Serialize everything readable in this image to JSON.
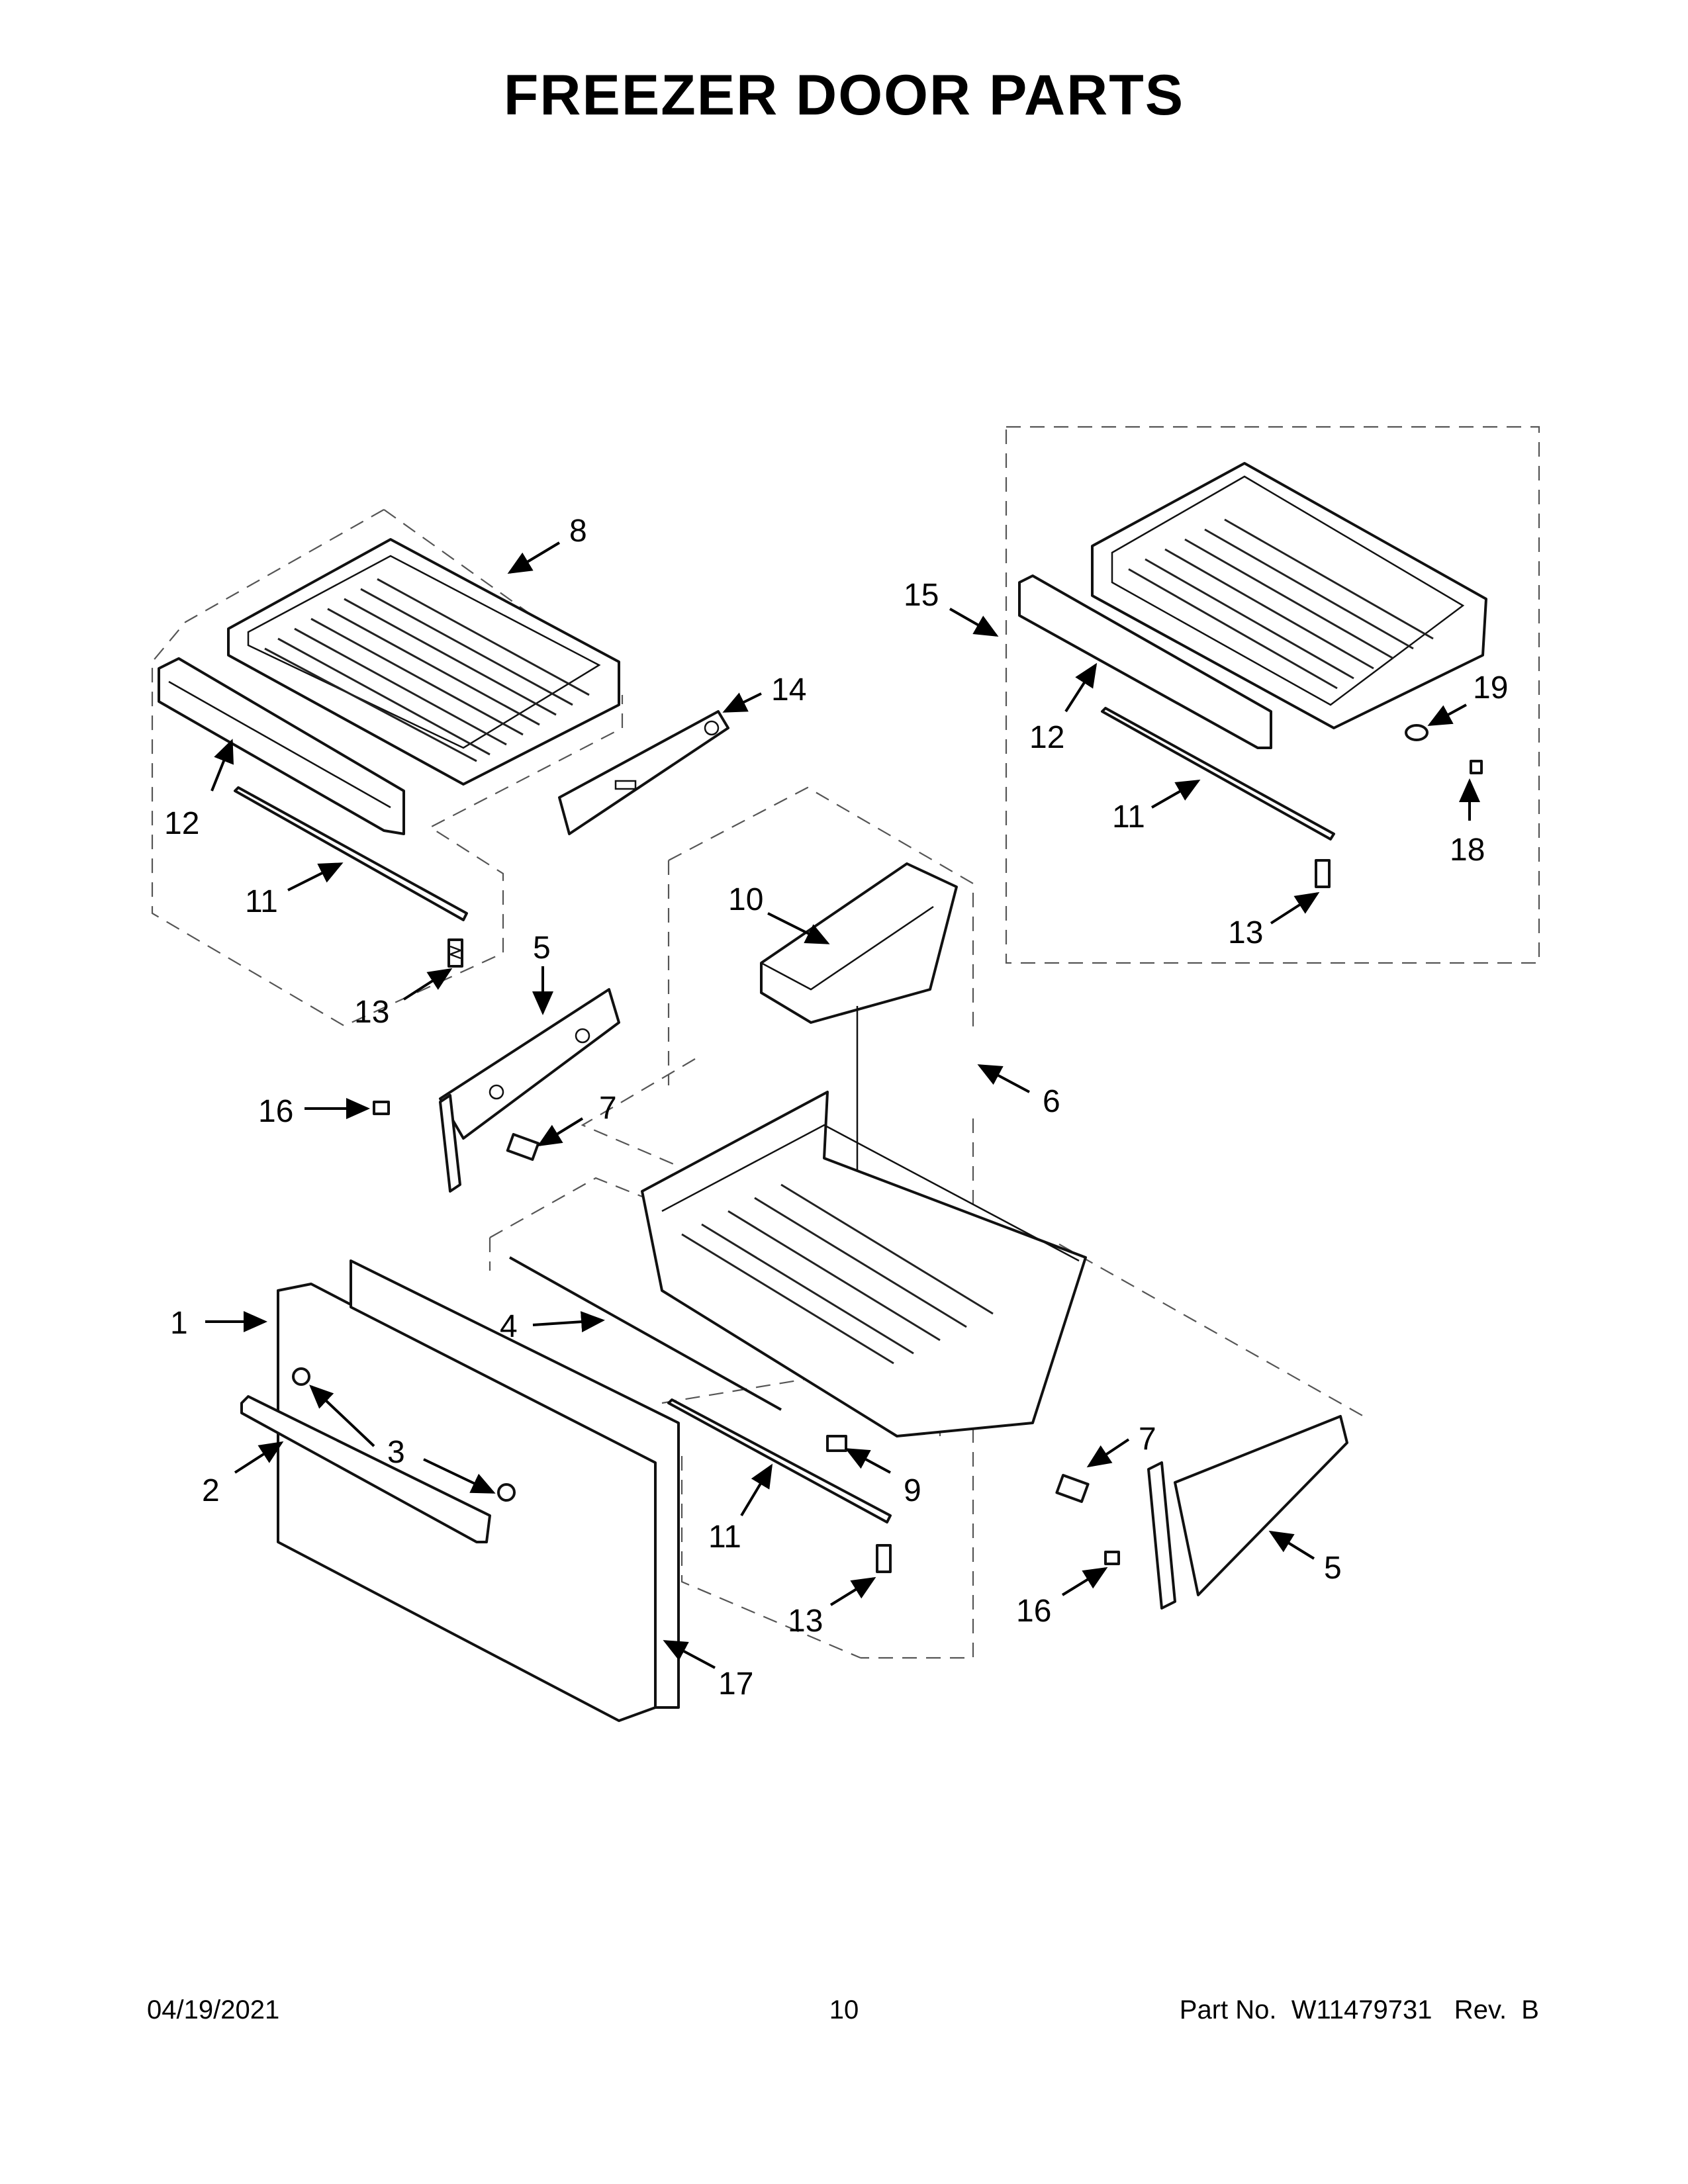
{
  "page": {
    "title": "FREEZER DOOR PARTS",
    "date": "04/19/2021",
    "page_number": "10",
    "part_no": "Part No.  W11479731   Rev.  B"
  },
  "callouts": [
    {
      "id": "c8",
      "text": "8"
    },
    {
      "id": "c14",
      "text": "14"
    },
    {
      "id": "c12a",
      "text": "12"
    },
    {
      "id": "c11a",
      "text": "11"
    },
    {
      "id": "c13a",
      "text": "13"
    },
    {
      "id": "c5a",
      "text": "5"
    },
    {
      "id": "c16a",
      "text": "16"
    },
    {
      "id": "c7a",
      "text": "7"
    },
    {
      "id": "c10",
      "text": "10"
    },
    {
      "id": "c6",
      "text": "6"
    },
    {
      "id": "c15",
      "text": "15"
    },
    {
      "id": "c12b",
      "text": "12"
    },
    {
      "id": "c19",
      "text": "19"
    },
    {
      "id": "c11b",
      "text": "11"
    },
    {
      "id": "c18",
      "text": "18"
    },
    {
      "id": "c13b",
      "text": "13"
    },
    {
      "id": "c1",
      "text": "1"
    },
    {
      "id": "c4",
      "text": "4"
    },
    {
      "id": "c3",
      "text": "3"
    },
    {
      "id": "c2",
      "text": "2"
    },
    {
      "id": "c9",
      "text": "9"
    },
    {
      "id": "c11c",
      "text": "11"
    },
    {
      "id": "c13c",
      "text": "13"
    },
    {
      "id": "c17",
      "text": "17"
    },
    {
      "id": "c7b",
      "text": "7"
    },
    {
      "id": "c5b",
      "text": "5"
    },
    {
      "id": "c16b",
      "text": "16"
    }
  ]
}
